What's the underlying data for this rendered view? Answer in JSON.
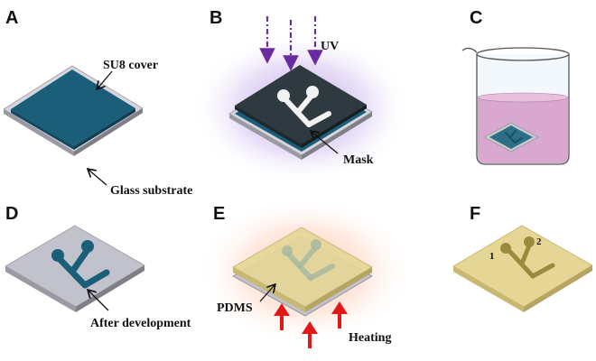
{
  "panels": {
    "a": {
      "letter": "A",
      "su8_label": "SU8 cover",
      "glass_label": "Glass substrate"
    },
    "b": {
      "letter": "B",
      "uv_label": "UV",
      "mask_label": "Mask"
    },
    "c": {
      "letter": "C"
    },
    "d": {
      "letter": "D",
      "dev_label": "After development"
    },
    "e": {
      "letter": "E",
      "pdms_label": "PDMS",
      "heat_label": "Heating"
    },
    "f": {
      "letter": "F",
      "port1": "1",
      "port2": "2"
    }
  },
  "colors": {
    "su8": "#1b5e7a",
    "glass": "#b8b8c0",
    "mask": "#2e3a40",
    "uv": "#6a2aa0",
    "solution": "#d9a8d0",
    "pdms": "#e6d696",
    "heat": "#e01818",
    "channel": "#9b8a3c"
  }
}
